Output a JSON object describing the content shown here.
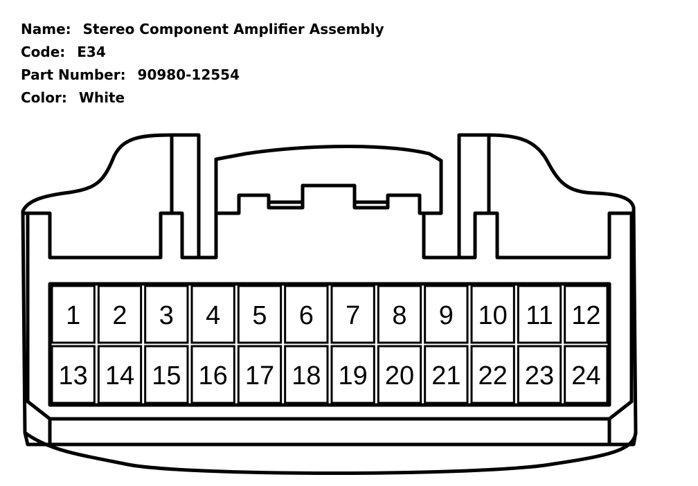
{
  "info": {
    "name_label": "Name:",
    "name_value": "Stereo Component Amplifier Assembly",
    "code_label": "Code:",
    "code_value": "E34",
    "part_label": "Part Number:",
    "part_value": "90980-12554",
    "color_label": "Color:",
    "color_value": "White"
  },
  "connector": {
    "pins_top": [
      "1",
      "2",
      "3",
      "4",
      "5",
      "6",
      "7",
      "8",
      "9",
      "10",
      "11",
      "12"
    ],
    "pins_bottom": [
      "13",
      "14",
      "15",
      "16",
      "17",
      "18",
      "19",
      "20",
      "21",
      "22",
      "23",
      "24"
    ]
  },
  "colors": {
    "line": "#000000",
    "background": "#ffffff"
  }
}
